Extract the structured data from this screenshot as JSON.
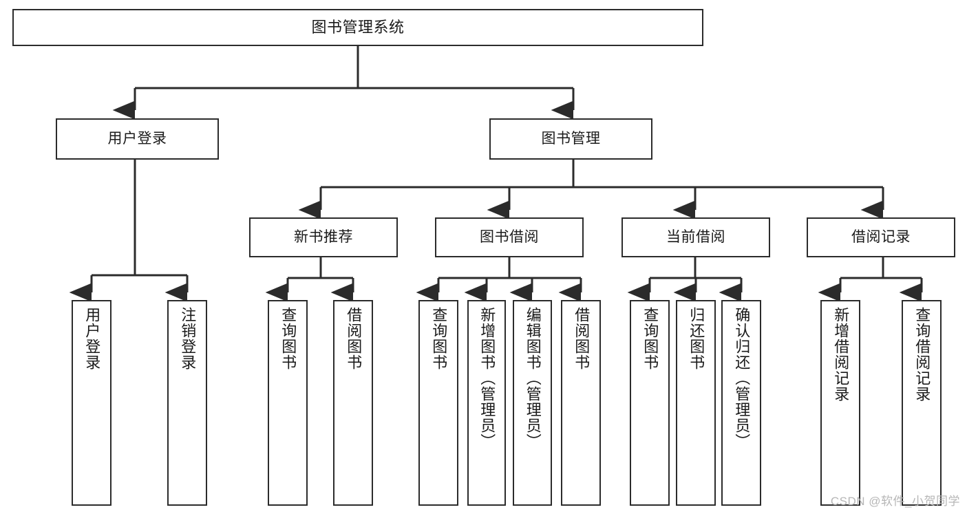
{
  "diagram": {
    "title": "图书管理系统",
    "type": "tree",
    "watermark": "CSDN @软件_小贺同学",
    "colors": {
      "box_border": "#2b2b2b",
      "box_fill": "#ffffff",
      "connector": "#2b2b2b",
      "text": "#1a1a1a",
      "watermark": "#b6b6b6"
    },
    "levels": [
      {
        "level": 1,
        "nodes": [
          {
            "id": "root",
            "label": "图书管理系统",
            "orientation": "horizontal"
          }
        ]
      },
      {
        "level": 2,
        "nodes": [
          {
            "id": "user-login",
            "label": "用户登录",
            "orientation": "horizontal",
            "parent": "root"
          },
          {
            "id": "book-manage",
            "label": "图书管理",
            "orientation": "horizontal",
            "parent": "root"
          }
        ]
      },
      {
        "level": 3,
        "nodes": [
          {
            "id": "new-book-recommend",
            "label": "新书推荐",
            "orientation": "horizontal",
            "parent": "book-manage"
          },
          {
            "id": "book-borrow",
            "label": "图书借阅",
            "orientation": "horizontal",
            "parent": "book-manage"
          },
          {
            "id": "current-borrow",
            "label": "当前借阅",
            "orientation": "horizontal",
            "parent": "book-manage"
          },
          {
            "id": "borrow-record",
            "label": "借阅记录",
            "orientation": "horizontal",
            "parent": "book-manage"
          }
        ]
      },
      {
        "level": 4,
        "nodes": [
          {
            "id": "leaf-user-login",
            "label": "用户登录",
            "orientation": "vertical",
            "parent": "user-login"
          },
          {
            "id": "leaf-logout-login",
            "label": "注销登录",
            "orientation": "vertical",
            "parent": "user-login"
          },
          {
            "id": "leaf-query-book-1",
            "label": "查询图书",
            "orientation": "vertical",
            "parent": "new-book-recommend"
          },
          {
            "id": "leaf-borrow-book-1",
            "label": "借阅图书",
            "orientation": "vertical",
            "parent": "new-book-recommend"
          },
          {
            "id": "leaf-query-book-2",
            "label": "查询图书",
            "orientation": "vertical",
            "parent": "book-borrow"
          },
          {
            "id": "leaf-add-book-admin",
            "label": "新增图书（管理员）",
            "orientation": "vertical",
            "parent": "book-borrow"
          },
          {
            "id": "leaf-edit-book-admin",
            "label": "编辑图书（管理员）",
            "orientation": "vertical",
            "parent": "book-borrow"
          },
          {
            "id": "leaf-borrow-book-2",
            "label": "借阅图书",
            "orientation": "vertical",
            "parent": "book-borrow"
          },
          {
            "id": "leaf-query-book-3",
            "label": "查询图书",
            "orientation": "vertical",
            "parent": "current-borrow"
          },
          {
            "id": "leaf-return-book",
            "label": "归还图书",
            "orientation": "vertical",
            "parent": "current-borrow"
          },
          {
            "id": "leaf-confirm-return-admin",
            "label": "确认归还（管理员）",
            "orientation": "vertical",
            "parent": "current-borrow"
          },
          {
            "id": "leaf-add-borrow-record",
            "label": "新增借阅记录",
            "orientation": "vertical",
            "parent": "borrow-record"
          },
          {
            "id": "leaf-query-borrow-record",
            "label": "查询借阅记录",
            "orientation": "vertical",
            "parent": "borrow-record"
          }
        ]
      }
    ]
  }
}
